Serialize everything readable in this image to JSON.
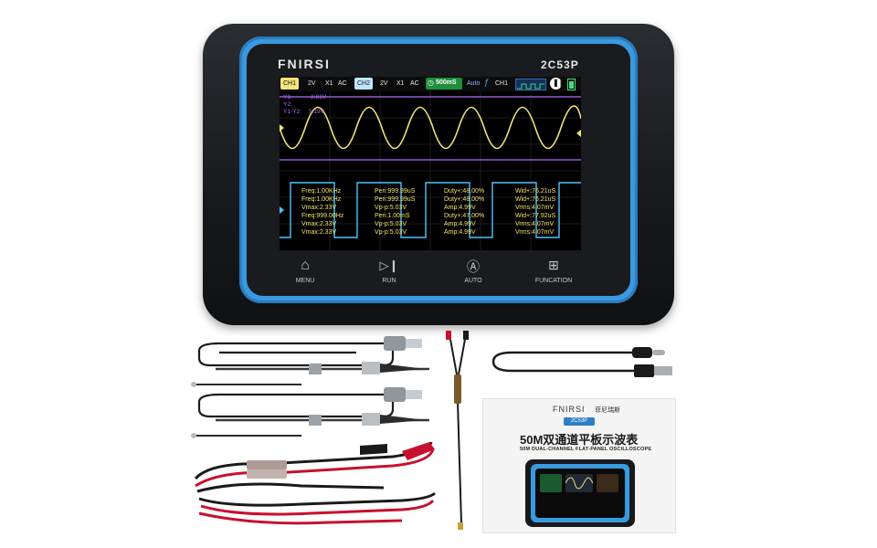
{
  "device": {
    "brand": "FNIRSI",
    "model": "2C53P"
  },
  "status_bar": {
    "ch1": "CH1",
    "ch1_volts": "2V",
    "ch1_probe": "X1",
    "ch1_coupling": "AC",
    "ch2": "CH2",
    "ch2_volts": "2V",
    "ch2_probe": "X1",
    "ch2_coupling": "AC",
    "timebase": "500mS",
    "trigger_mode": "Auto",
    "trigger_source": "CH1"
  },
  "cursor_readout": {
    "y1": "Y1:",
    "y1_value": "-2.81V",
    "y2": "Y2:",
    "diff": "Y1-Y2:",
    "diff_value": "5.19V"
  },
  "measurements": {
    "col1": [
      "Freq:1.00KHz",
      "Freq:1.00KHz",
      "Vmax:2.33V",
      "Freq:999.00Hz",
      "Vmax:2.33V",
      "Vmax:2.33V"
    ],
    "col2": [
      "Peri:999.99uS",
      "Peri:999.99uS",
      "Vp-p:5.03V",
      "Peri:1.00mS",
      "Vp-p:5.03V",
      "Vp-p:5.03V"
    ],
    "col3": [
      "Duty+:48.00%",
      "Duty+:48.00%",
      "Amp:4.99V",
      "Duty+:47.00%",
      "Amp:4.99V",
      "Amp:4.99V"
    ],
    "col4": [
      "Wid+:76.21uS",
      "Wid+:76.21uS",
      "Vrms:4.07mV",
      "Wid+:77.92uS",
      "Vrms:4.07mV",
      "Vrms:4.07mV"
    ]
  },
  "softkeys": {
    "menu": "MENU",
    "run": "RUN",
    "auto": "AUTO",
    "function": "FUNCATION"
  },
  "manual": {
    "brand": "FNIRSI",
    "brand_cn": "菲尼瑞斯",
    "model": "2C53P",
    "title": "50M双通道平板示波表",
    "subtitle": "50M DUAL-CHANNEL FLAT-PANEL OSCILLOSCOPE"
  },
  "colors": {
    "accent_blue": "#3a9ae0",
    "trace_ch1": "#f2e37a",
    "trace_ch2": "#4fc3ff",
    "trace_cursor": "#b36cff",
    "timebase_green": "#22c55e"
  }
}
